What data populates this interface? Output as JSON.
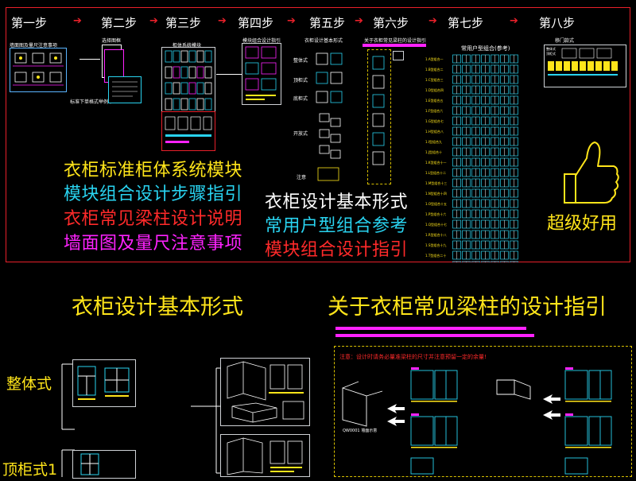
{
  "steps": [
    "第一步",
    "第二步",
    "第三步",
    "第四步",
    "第五步",
    "第六步",
    "第七步",
    "第八步"
  ],
  "step_captions": {
    "s1": "墙面图及量尺注意事项",
    "s2a": "选择图框",
    "s2b": "标准下单格式举例本",
    "s3": "柜体系统模块",
    "s4": "模块组合设计指引",
    "s5": "衣柜设计基本形式",
    "s6": "关于衣柜常见梁柱的设计指引",
    "s7": "常用户型组合(参考)",
    "s8": "移门款式"
  },
  "step5_labels": [
    "整体式",
    "顶柜式",
    "底柜式",
    "开放式",
    "注意"
  ],
  "step7_row_labels": [
    "1.A型组合一",
    "1.B型组合二",
    "1.C型组合三",
    "1.D型组合四",
    "1.E型组合五",
    "1.F型组合六",
    "1.G型组合七",
    "1.H型组合八",
    "1.I型组合九",
    "1.J型组合十",
    "1.K型组合十一",
    "1.L型组合十二",
    "1.M型组合十三",
    "1.N型组合十四",
    "1.O型组合十五",
    "1.P型组合十六",
    "1.Q型组合十七",
    "1.R型组合十八",
    "1.S型组合十九",
    "1.T型组合二十"
  ],
  "step8_legend": [
    "整体式",
    "顶柜式"
  ],
  "left_list": [
    {
      "text": "衣柜标准柜体系统模块",
      "color": "#ffe51a"
    },
    {
      "text": "模块组合设计步骤指引",
      "color": "#29d3f0"
    },
    {
      "text": "衣柜常见梁柱设计说明",
      "color": "#ff2a2a"
    },
    {
      "text": "墙面图及量尺注意事项",
      "color": "#ff22ff"
    }
  ],
  "middle_list": [
    {
      "text": "衣柜设计基本形式",
      "color": "#ffffff"
    },
    {
      "text": "常用户型组合参考",
      "color": "#29d3f0"
    },
    {
      "text": "模块组合设计指引",
      "color": "#ff2a2a"
    }
  ],
  "slogan": "超级好用",
  "bottom": {
    "left_title": "衣柜设计基本形式",
    "right_title": "关于衣柜常见梁柱的设计指引",
    "label_1": "整体式",
    "label_2": "顶柜式1",
    "note": "注意：设计时请务必量准梁柱的尺寸并注意预留一定的余量!",
    "figure_caption": "QW0001 墙面示意"
  },
  "colors": {
    "frame": "#e8202a",
    "yellow": "#ffe51a",
    "cyan": "#29d3f0",
    "red": "#ff2a2a",
    "magenta": "#ff22ff"
  }
}
